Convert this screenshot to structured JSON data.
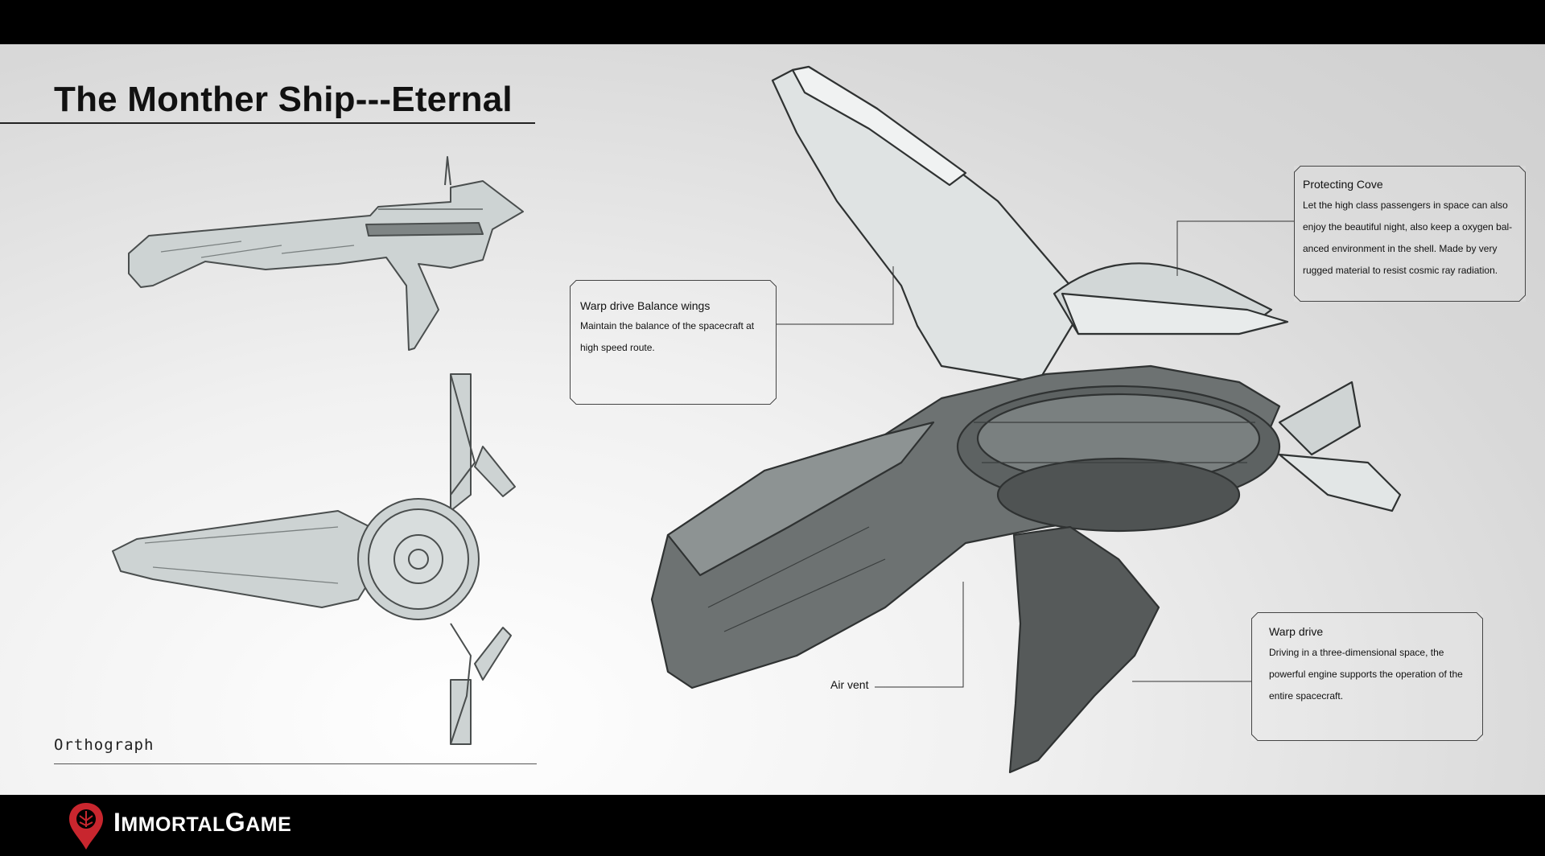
{
  "title": "The Monther Ship---Eternal",
  "orthograph_label": "Orthograph",
  "callouts": {
    "warp_wings": {
      "title": "Warp drive  Balance wings",
      "lines": [
        "Maintain the balance of the spacecraft at",
        "high speed route."
      ]
    },
    "protecting_cove": {
      "title": "Protecting Cove",
      "lines": [
        "Let the high class passengers in space can also",
        "enjoy the beautiful night, also keep a oxygen bal-",
        "anced environment in the shell. Made by very",
        "rugged material to resist cosmic ray radiation."
      ]
    },
    "warp_drive": {
      "title": "Warp drive",
      "lines": [
        "Driving in a three-dimensional space, the",
        "powerful engine supports the operation of the",
        "entire spacecraft."
      ]
    },
    "air_vent": "Air vent"
  },
  "brand": {
    "i": "I",
    "mmortal": "MMORTAL",
    "g": "G",
    "ame": "AME"
  },
  "colors": {
    "background_light": "#f4f4f4",
    "background_dark": "#cfcfcf",
    "ship_fill": "#cdd3d3",
    "ship_dark": "#5a5e5e",
    "logo_red": "#c8262e",
    "bar": "#000000"
  }
}
